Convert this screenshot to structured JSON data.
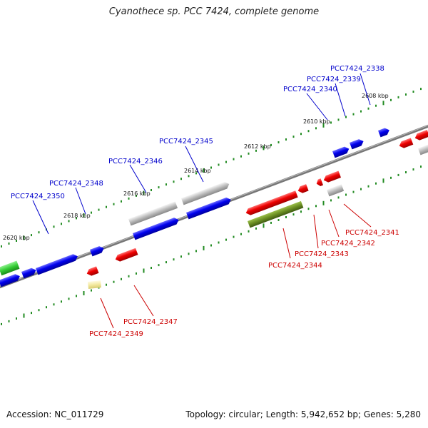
{
  "title": "Cyanothece sp. PCC 7424, complete genome",
  "footer": {
    "accession": "Accession: NC_011729",
    "summary": "Topology: circular; Length: 5,942,652 bp; Genes: 5,280"
  },
  "colors": {
    "forward": "#0000ee",
    "reverse": "#ee0000",
    "grey": "#bbbbbb",
    "olive": "#6b8e23",
    "pale": "#f0e68c",
    "green": "#33cc33",
    "backbone": "#777777",
    "tick": "#228b22"
  },
  "ticks": [
    {
      "label": "2608 kbp"
    },
    {
      "label": "2610 kbp"
    },
    {
      "label": "2612 kbp"
    },
    {
      "label": "2614 kbp"
    },
    {
      "label": "2616 kbp"
    },
    {
      "label": "2618 kbp"
    },
    {
      "label": "2620 kbp"
    }
  ],
  "gene_labels_forward": [
    {
      "label": "PCC7424_2338"
    },
    {
      "label": "PCC7424_2339"
    },
    {
      "label": "PCC7424_2340"
    },
    {
      "label": "PCC7424_2345"
    },
    {
      "label": "PCC7424_2346"
    },
    {
      "label": "PCC7424_2348"
    },
    {
      "label": "PCC7424_2350"
    }
  ],
  "gene_labels_reverse": [
    {
      "label": "PCC7424_2341"
    },
    {
      "label": "PCC7424_2342"
    },
    {
      "label": "PCC7424_2343"
    },
    {
      "label": "PCC7424_2344"
    },
    {
      "label": "PCC7424_2347"
    },
    {
      "label": "PCC7424_2349"
    }
  ]
}
